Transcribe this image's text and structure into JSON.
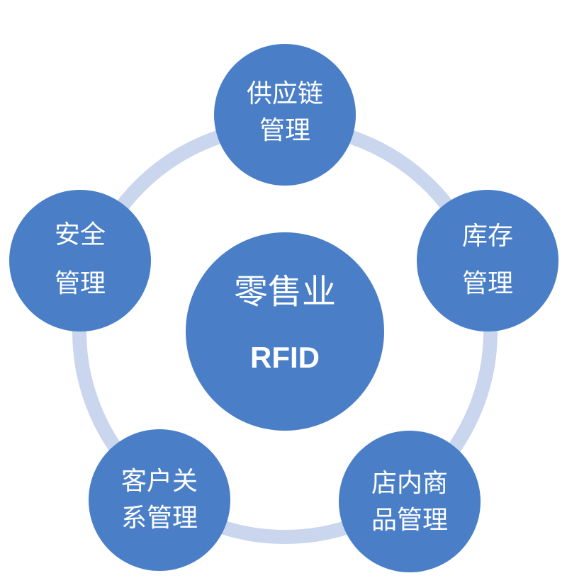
{
  "colors": {
    "node_fill": "#4a7fc8",
    "ring": "#c9d6ee",
    "text": "#ffffff",
    "background": "#ffffff"
  },
  "center": {
    "title": "零售业",
    "subtitle": "RFID"
  },
  "nodes": [
    {
      "id": "supply-chain",
      "lines": [
        "供应链",
        "管理"
      ]
    },
    {
      "id": "inventory",
      "lines": [
        "库存",
        "管理"
      ]
    },
    {
      "id": "store-goods",
      "lines": [
        "店内商",
        "品管理"
      ]
    },
    {
      "id": "customer-relations",
      "lines": [
        "客户关",
        "系管理"
      ]
    },
    {
      "id": "security",
      "lines": [
        "安全",
        "管理"
      ]
    }
  ]
}
